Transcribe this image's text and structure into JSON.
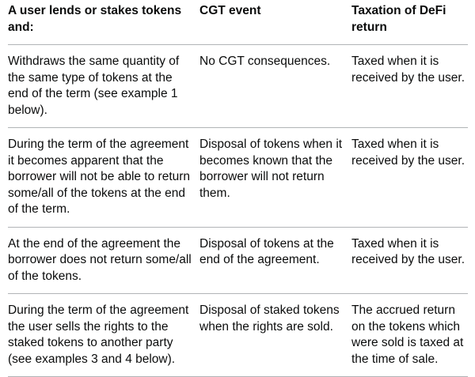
{
  "table": {
    "headers": [
      "A user lends or stakes tokens and:",
      "CGT event",
      "Taxation of DeFi return"
    ],
    "rows": [
      [
        "Withdraws the same quantity of the same type of tokens at the end of the term (see example 1 below).",
        "No CGT consequences.",
        "Taxed when it is received by the user."
      ],
      [
        "During the term of the agreement it becomes apparent that the borrower will not be able to return some/all of the tokens at the end of the term.",
        "Disposal of tokens when it becomes known that the borrower will not return them.",
        "Taxed when it is received by the user."
      ],
      [
        "At the end of the agreement the borrower does not return some/all of the tokens.",
        "Disposal of tokens at the end of the agreement.",
        "Taxed when it is received by the user."
      ],
      [
        "During the term of the agreement the user sells the rights to the staked tokens to another party (see examples 3 and 4 below).",
        "Disposal of staked tokens when the rights are sold.",
        "The accrued return on the tokens which were sold is taxed at the time of sale."
      ]
    ]
  }
}
